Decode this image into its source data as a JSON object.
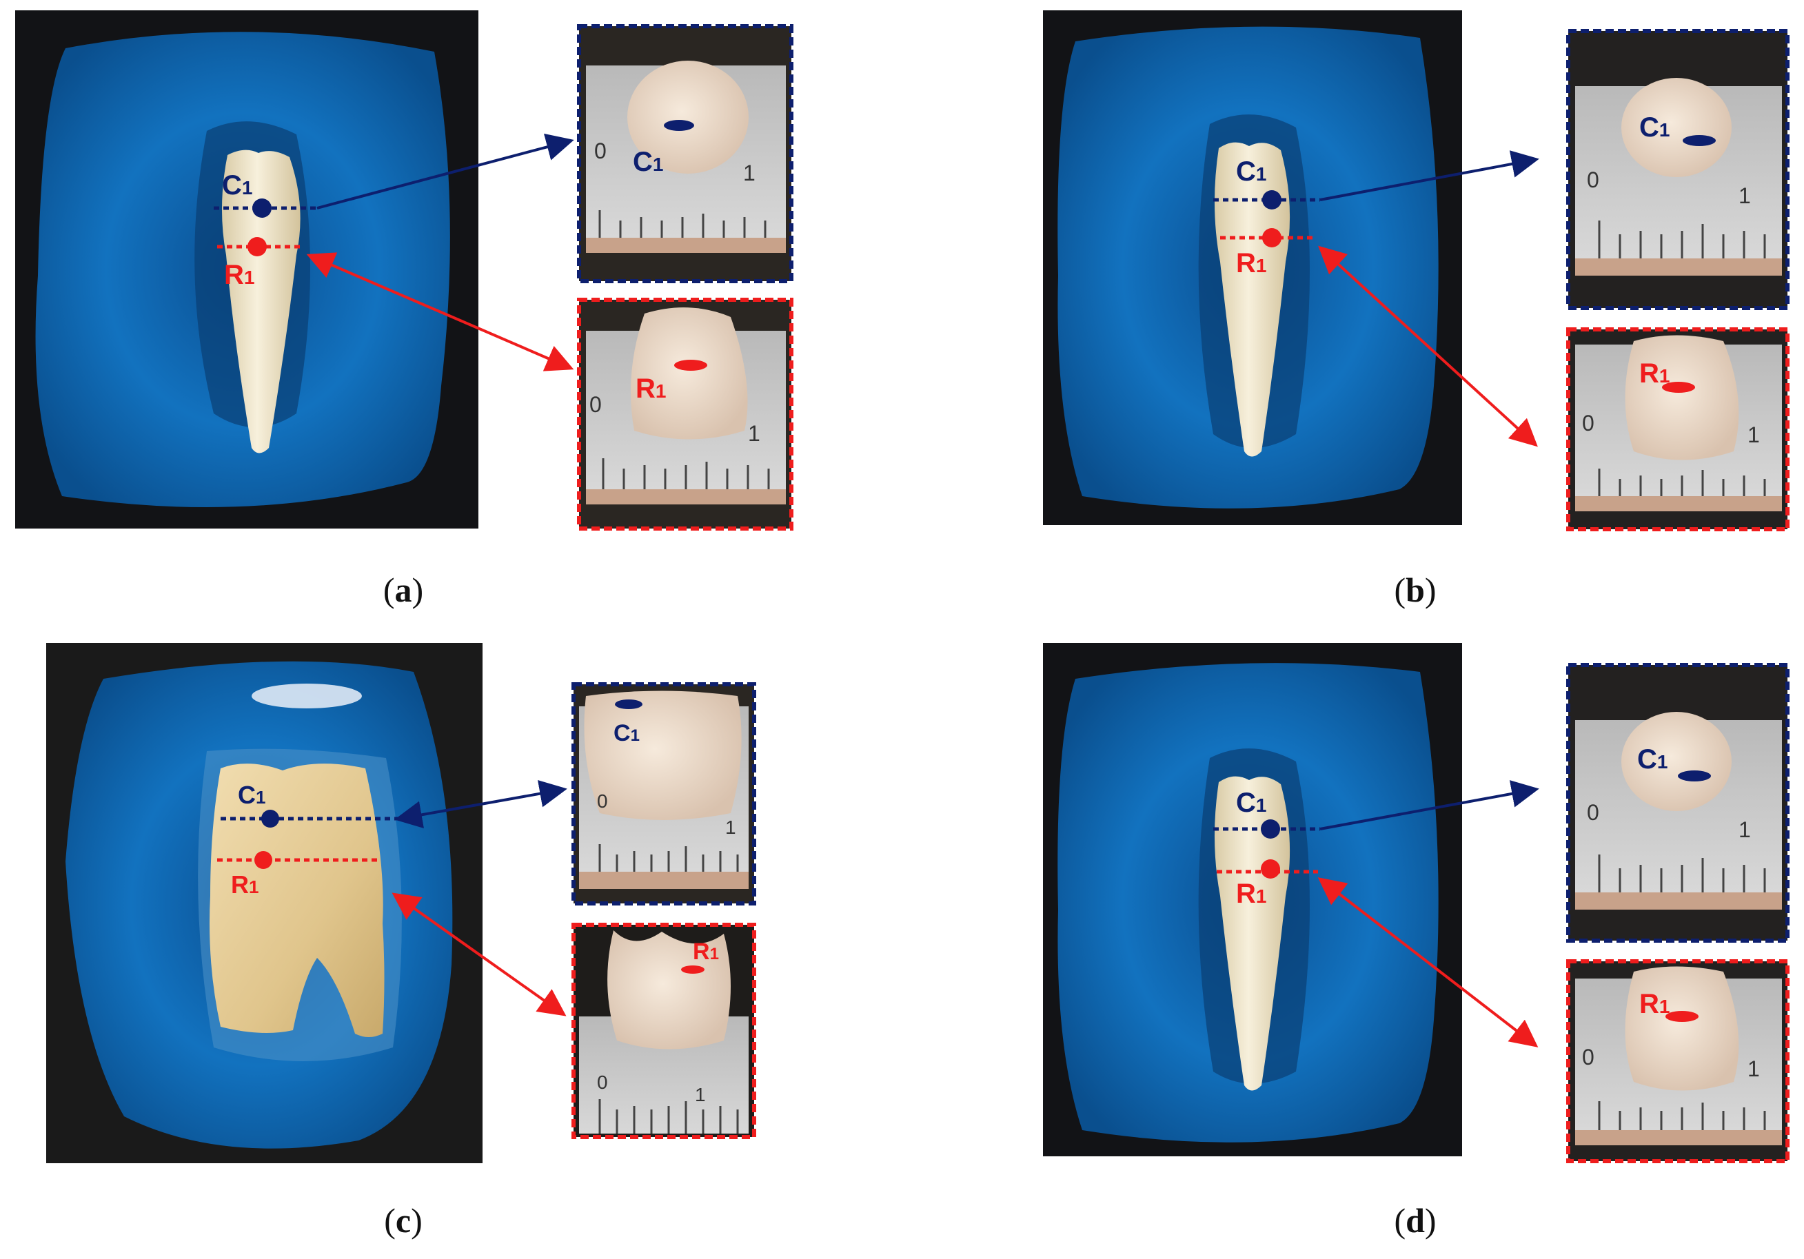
{
  "figure": {
    "panels": [
      {
        "id": "a",
        "caption_letter": "a",
        "crown_label": "C",
        "root_label": "R",
        "sub": "1",
        "inset_crown_label": "C",
        "inset_root_label": "R",
        "scale_zero": "0",
        "scale_one": "1"
      },
      {
        "id": "b",
        "caption_letter": "b",
        "crown_label": "C",
        "root_label": "R",
        "sub": "1",
        "inset_crown_label": "C",
        "inset_root_label": "R",
        "scale_zero": "0",
        "scale_one": "1"
      },
      {
        "id": "c",
        "caption_letter": "c",
        "crown_label": "C",
        "root_label": "R",
        "sub": "1",
        "inset_crown_label": "C",
        "inset_root_label": "R",
        "scale_zero": "0",
        "scale_one": "1"
      },
      {
        "id": "d",
        "caption_letter": "d",
        "crown_label": "C",
        "root_label": "R",
        "sub": "1",
        "inset_crown_label": "C",
        "inset_root_label": "R",
        "scale_zero": "0",
        "scale_one": "1"
      }
    ]
  },
  "colors": {
    "crown": "#0d1f6e",
    "root": "#ef1d1d",
    "mold": "#0f67b2",
    "background_photo": "#111214",
    "tooth": "#efe4c8"
  }
}
